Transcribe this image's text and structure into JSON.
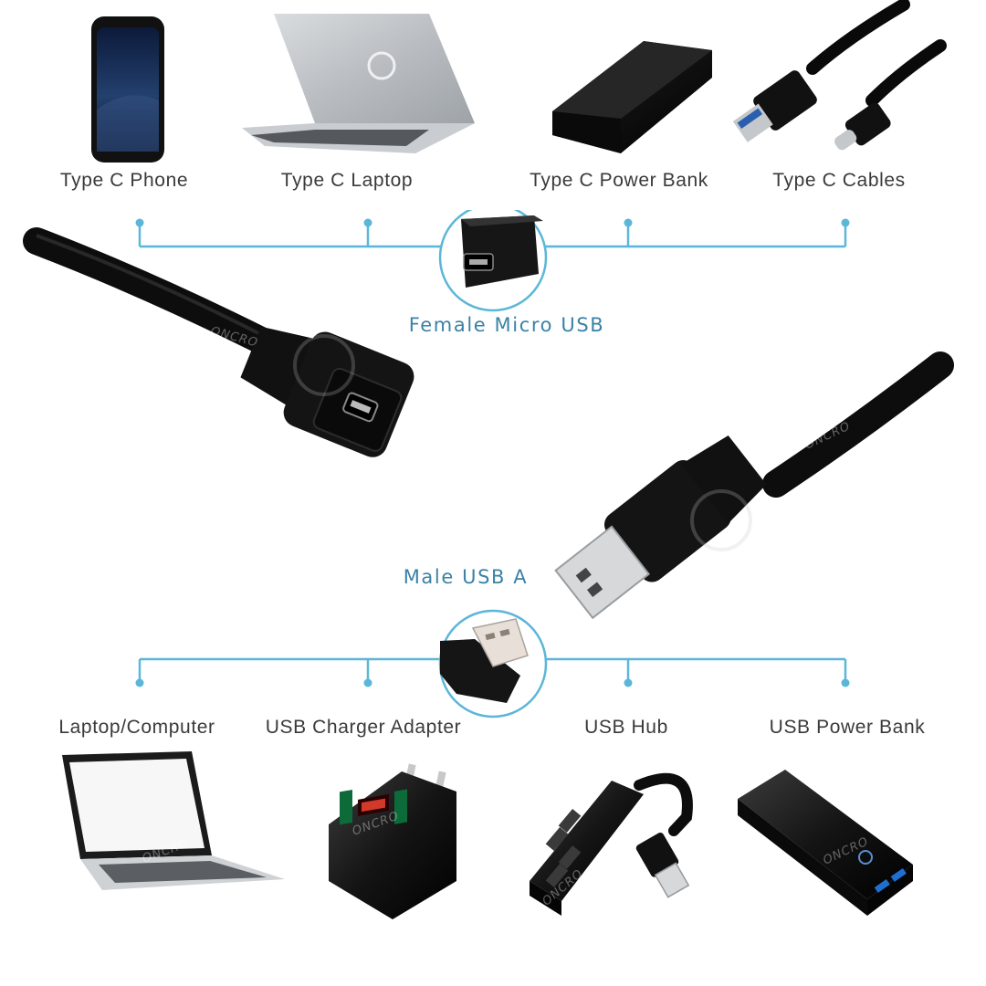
{
  "top_devices": [
    {
      "label": "Type C Phone",
      "icon": "smartphone-icon"
    },
    {
      "label": "Type C Laptop",
      "icon": "laptop-icon"
    },
    {
      "label": "Type C Power Bank",
      "icon": "power-bank-icon"
    },
    {
      "label": "Type C Cables",
      "icon": "usb-cable-icon"
    }
  ],
  "top_connector": {
    "label": "Female  Micro  USB",
    "icon": "female-micro-usb-icon"
  },
  "bottom_connector": {
    "label": "Male  USB A",
    "icon": "male-usb-a-icon"
  },
  "bottom_devices": [
    {
      "label": "Laptop/Computer",
      "icon": "laptop-computer-icon"
    },
    {
      "label": "USB Charger Adapter",
      "icon": "usb-charger-adapter-icon"
    },
    {
      "label": "USB Hub",
      "icon": "usb-hub-icon"
    },
    {
      "label": "USB Power Bank",
      "icon": "usb-power-bank-icon"
    }
  ],
  "watermark": "ONCRO",
  "colors": {
    "accent_line": "#5bb6d8",
    "label_blue": "#3a82a6",
    "device_black": "#1a1a1a"
  }
}
